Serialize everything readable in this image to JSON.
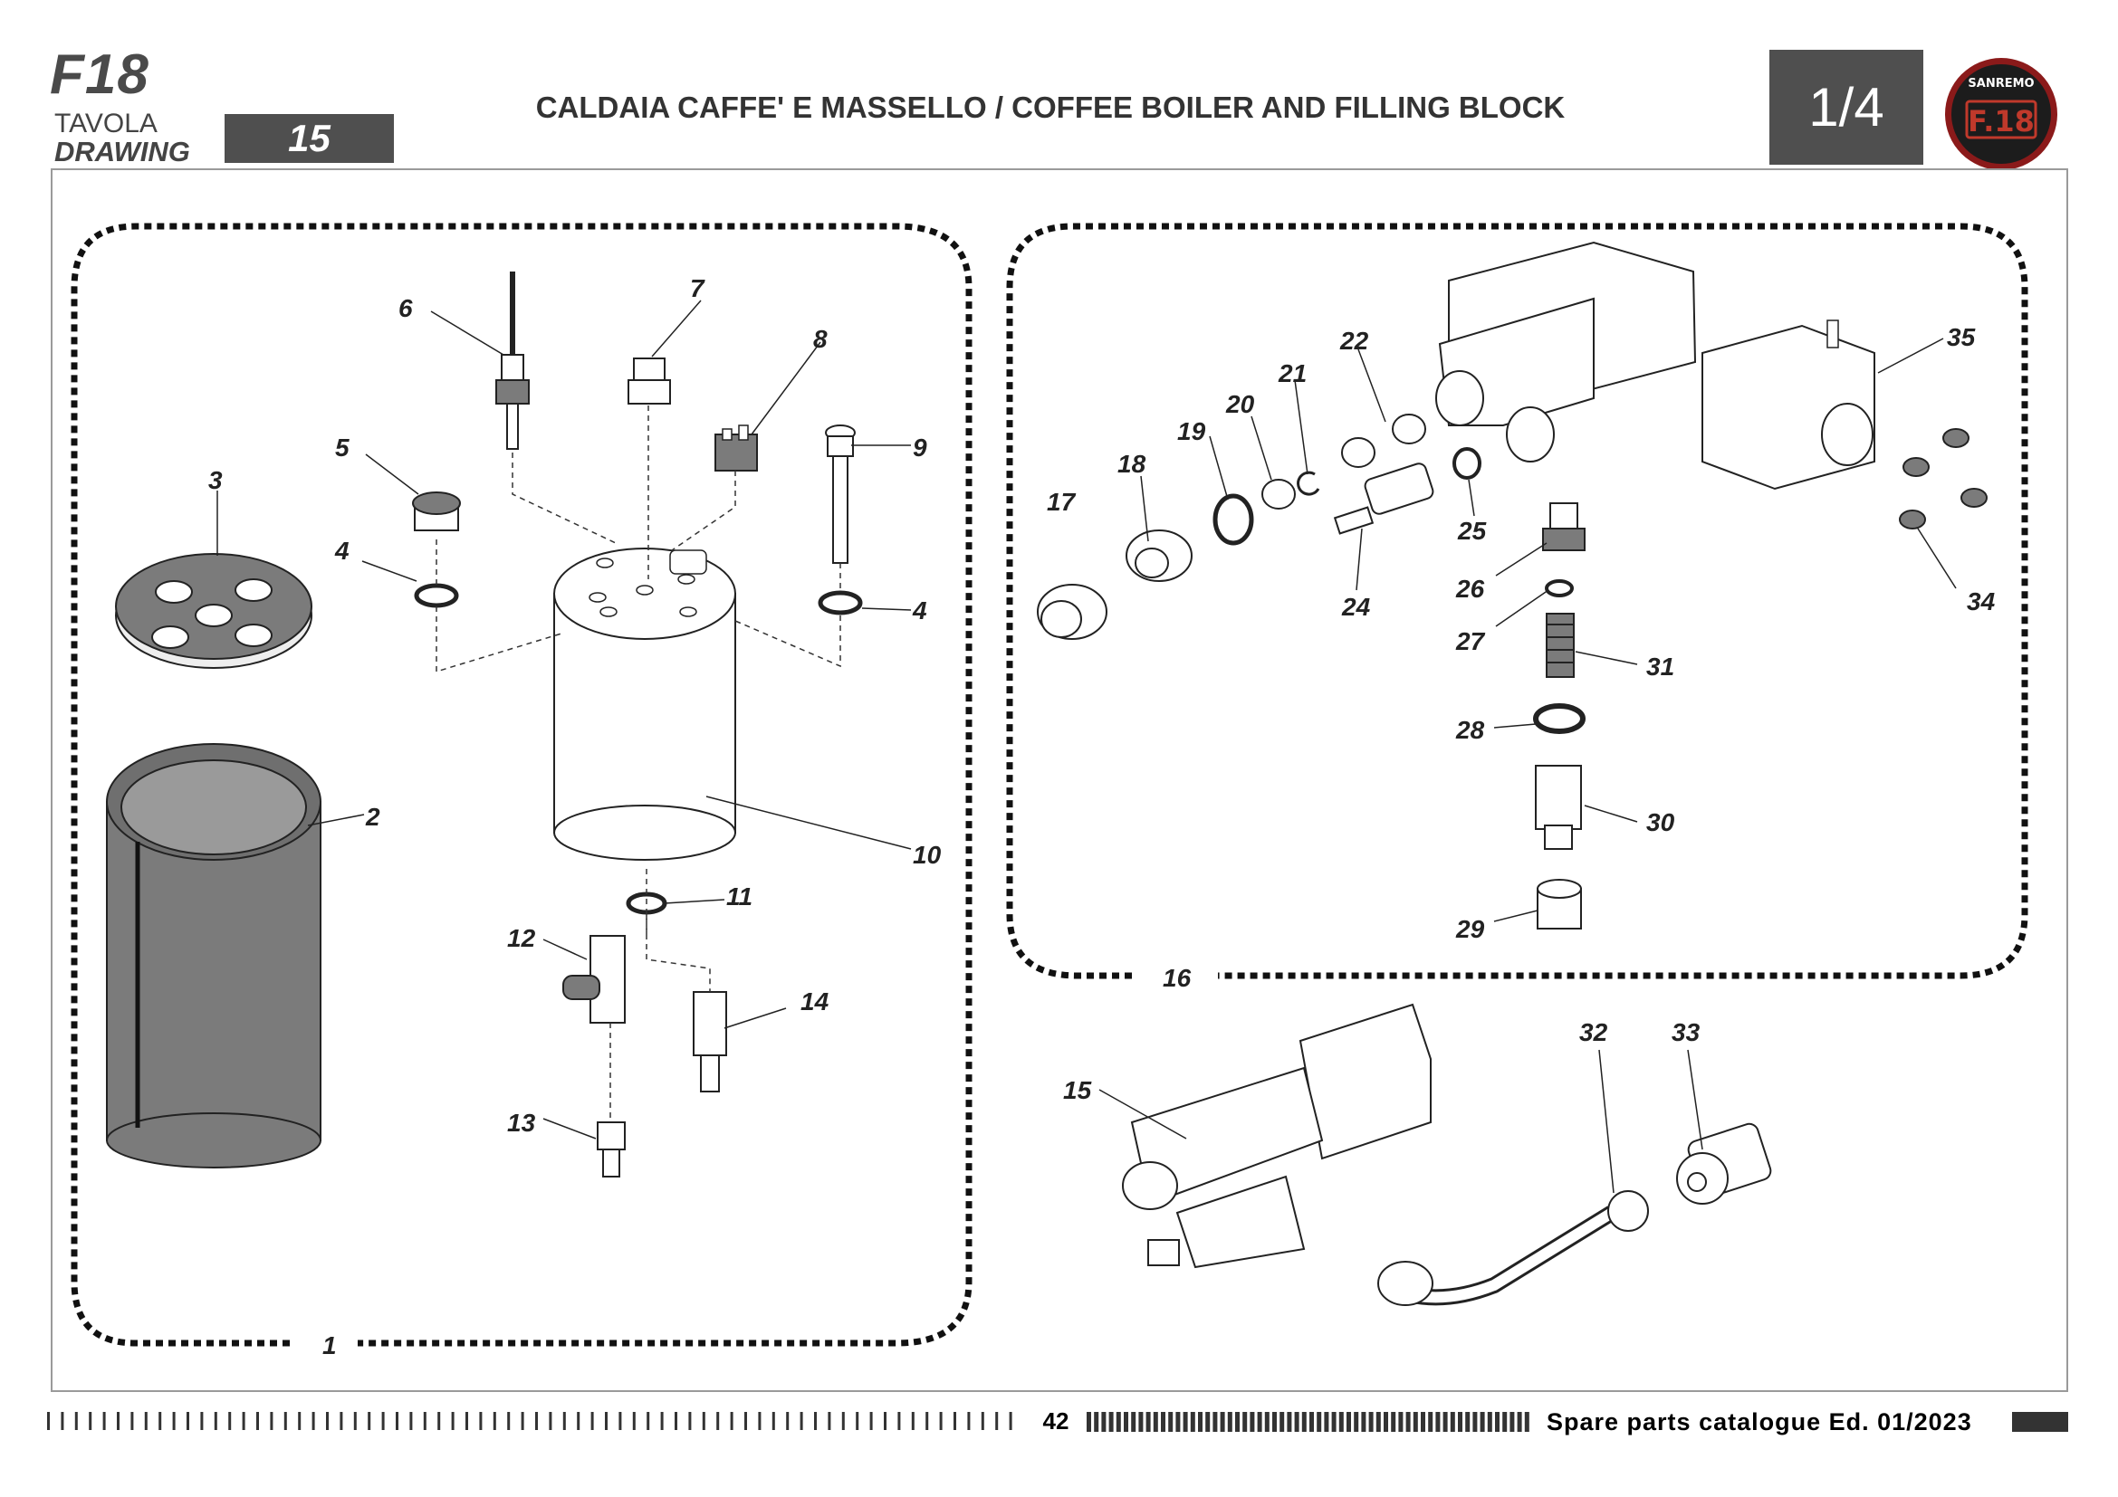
{
  "header": {
    "model": "F18",
    "tavola_label": "TAVOLA",
    "drawing_label": "DRAWING",
    "drawing_number": "15",
    "title": "CALDAIA CAFFE' E MASSELLO / COFFEE BOILER AND FILLING BLOCK",
    "page_indicator": "1/4"
  },
  "logo": {
    "brand": "SANREMO",
    "model": "F.18",
    "colors": {
      "ring": "#8b1a1a",
      "bg": "#1c1c1c",
      "text": "#ffffff",
      "accent": "#c0392b"
    }
  },
  "groups": {
    "boiler_group": "1",
    "filling_block_group": "16"
  },
  "callouts": [
    "1",
    "2",
    "3",
    "4",
    "4",
    "5",
    "6",
    "7",
    "8",
    "9",
    "10",
    "11",
    "12",
    "13",
    "14",
    "15",
    "16",
    "17",
    "18",
    "19",
    "20",
    "21",
    "22",
    "24",
    "25",
    "26",
    "27",
    "28",
    "29",
    "30",
    "31",
    "32",
    "33",
    "34",
    "35"
  ],
  "footer": {
    "page_number": "42",
    "catalogue": "Spare parts catalogue Ed. 01/2023"
  },
  "colors": {
    "dark_box": "#4f4f4f",
    "frame": "#9a9a9a",
    "part_fill": "#7b7b7b",
    "line": "#222222"
  }
}
